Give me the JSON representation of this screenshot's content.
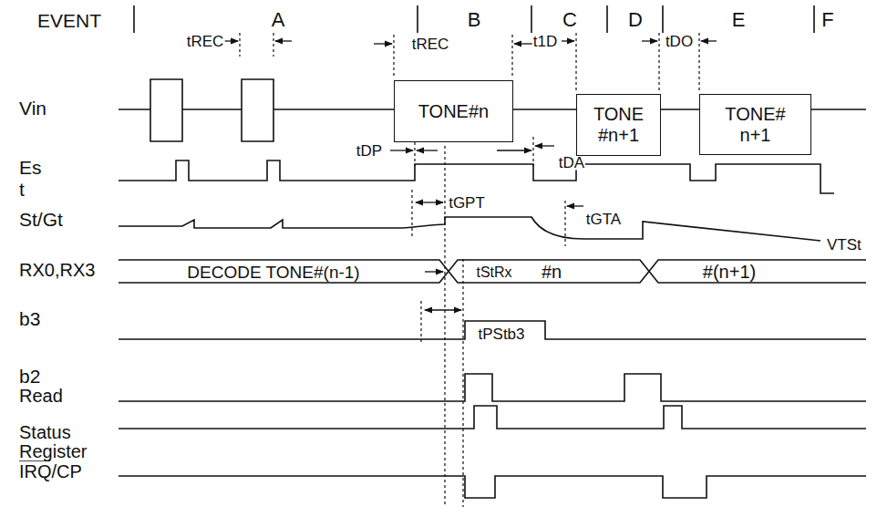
{
  "diagram": {
    "nodes": [
      {
        "text": [
          "TONE#n"
        ]
      },
      {
        "text": [
          "TONE #n+1"
        ]
      },
      {
        "text": [
          "TONE# n+1"
        ]
      }
    ],
    "labels": [
      "EVENT",
      "A",
      "B",
      "C",
      "D",
      "E",
      "F",
      "tREC",
      "tREC",
      "t1D",
      "tDO",
      "Vin",
      "tDP",
      "Es",
      "t",
      "tDA",
      "tGPT",
      "St/Gt",
      "tGTA",
      "VTSt",
      "tStRx",
      "RX0,RX3",
      "DECODE TONE#(n-1)",
      "#n",
      "#(n+1)",
      "b3",
      "tPStb3",
      "b2",
      "Read",
      "Status",
      "Register",
      "IRQ/CP"
    ]
  }
}
